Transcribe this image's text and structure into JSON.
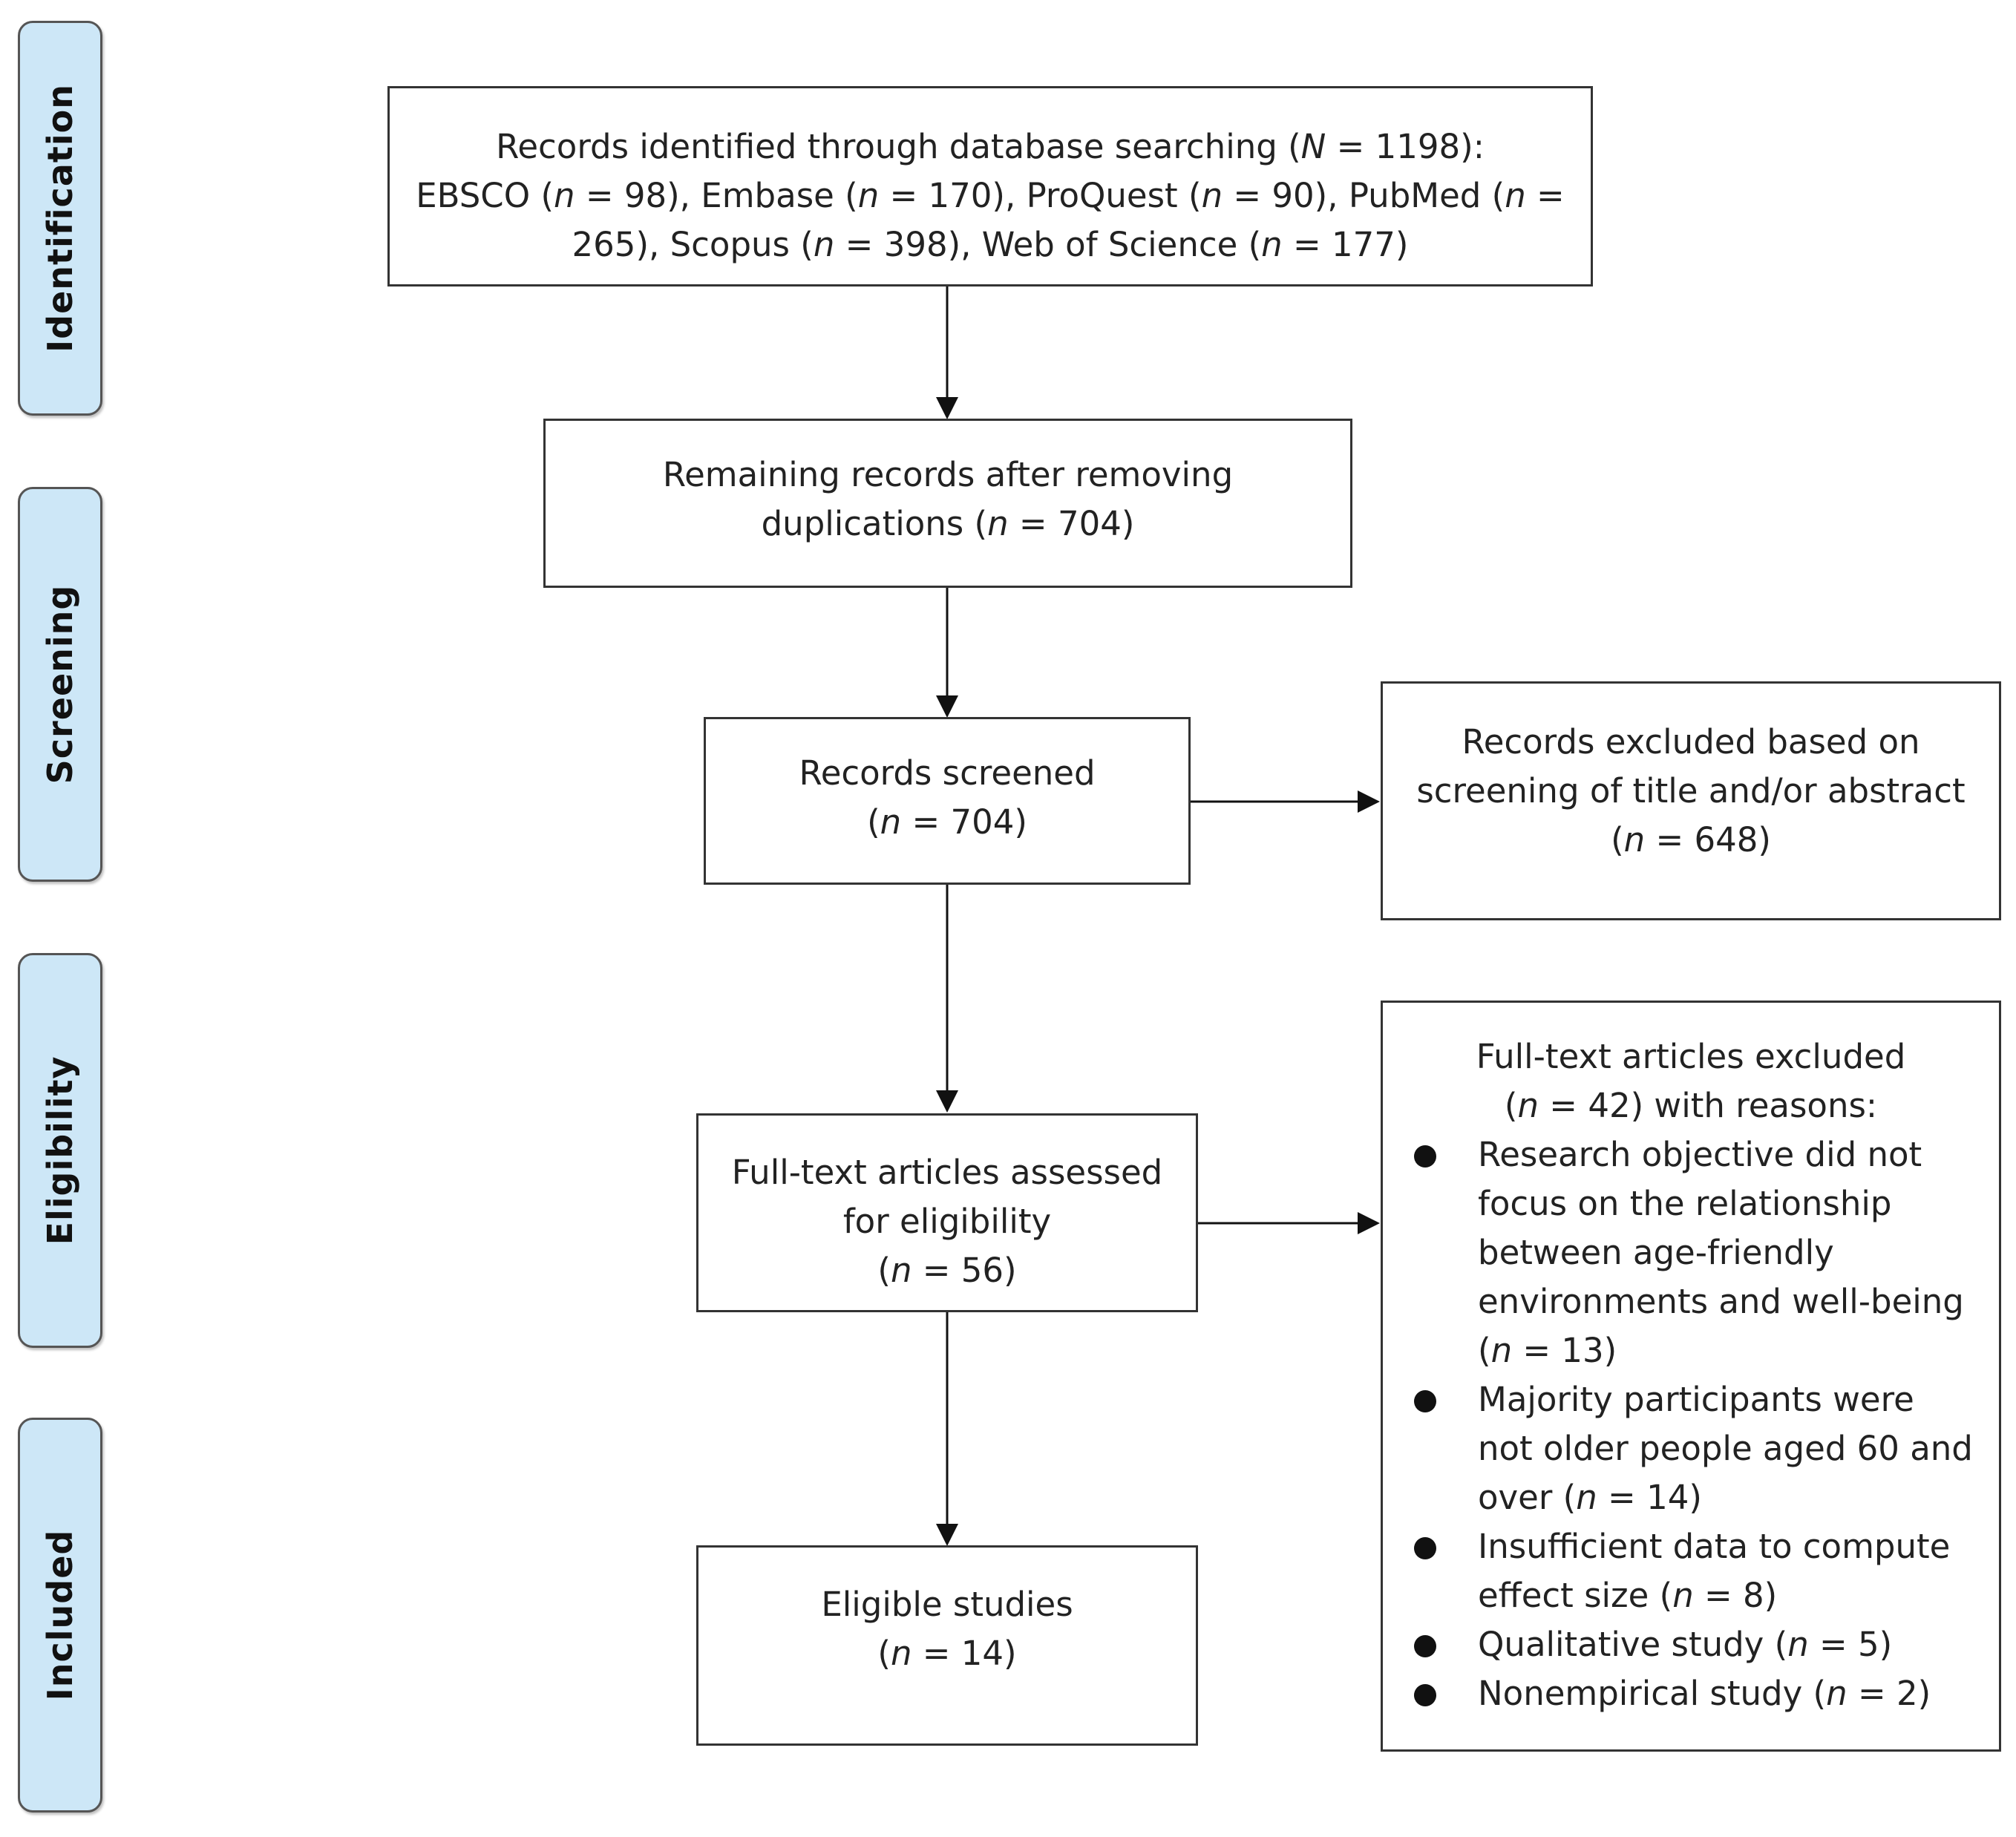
{
  "stages": {
    "identification": "Identification",
    "screening": "Screening",
    "eligibility": "Eligibility",
    "included": "Included"
  },
  "boxes": {
    "identified": {
      "line1": "Records identified through database searching (",
      "line1_var": "N",
      "line1_rest": " = 1198):",
      "line2_a": "EBSCO (",
      "line2_b": " = 98), Embase (",
      "line2_c": " = 170), ProQuest (",
      "line2_d": " = 90), PubMed (",
      "line2_e": " =",
      "line3_a": "265), Scopus (",
      "line3_b": " = 398), Web of Science (",
      "line3_c": " = 177)",
      "n": "n"
    },
    "remaining": {
      "line1": "Remaining records after removing",
      "line2_a": "duplications (",
      "line2_b": " = 704)",
      "n": "n"
    },
    "screened": {
      "line1": "Records screened",
      "line2_a": "(",
      "line2_b": " = 704)",
      "n": "n"
    },
    "excluded_screening": {
      "line1": "Records excluded based on",
      "line2": "screening of title and/or abstract",
      "line3_a": "(",
      "line3_b": " = 648)",
      "n": "n"
    },
    "fulltext": {
      "line1": "Full-text articles assessed",
      "line2": "for eligibility",
      "line3_a": "(",
      "line3_b": " = 56)",
      "n": "n"
    },
    "eligible": {
      "line1": "Eligible studies",
      "line2_a": "(",
      "line2_b": " = 14)",
      "n": "n"
    },
    "excluded_fulltext": {
      "head1": "Full-text articles excluded",
      "head2_a": "(",
      "head2_b": " = 42) with reasons:",
      "n": "n",
      "reasons": [
        {
          "l1": "Research objective did not",
          "l2": "focus on the relationship",
          "l3": "between age-friendly",
          "l4": "environments and well-being",
          "l5_a": "(",
          "l5_b": " = 13)"
        },
        {
          "l1": "Majority participants were",
          "l2": "not older people aged 60 and",
          "l3_a": "over (",
          "l3_b": " = 14)"
        },
        {
          "l1": "Insufficient data to compute",
          "l2_a": "effect size (",
          "l2_b": " = 8)"
        },
        {
          "l1_a": "Qualitative study (",
          "l1_b": " = 5)"
        },
        {
          "l1_a": "Nonempirical study (",
          "l1_b": " = 2)"
        }
      ]
    }
  }
}
